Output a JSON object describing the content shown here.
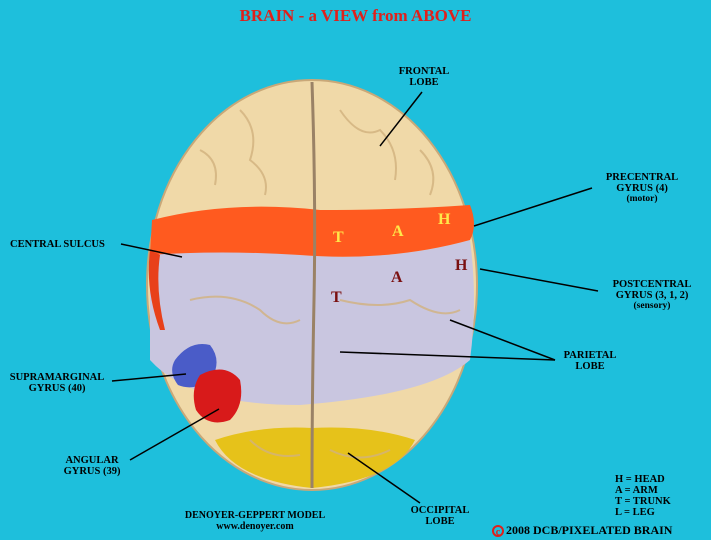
{
  "title": "BRAIN - a VIEW from ABOVE",
  "labels": {
    "frontal_lobe": [
      "FRONTAL",
      "LOBE"
    ],
    "precentral_gyrus": [
      "PRECENTRAL",
      "GYRUS (4)",
      "(motor)"
    ],
    "central_sulcus": "CENTRAL SULCUS",
    "postcentral_gyrus": [
      "POSTCENTRAL",
      "GYRUS (3, 1, 2)",
      "(sensory)"
    ],
    "parietal_lobe": [
      "PARIETAL",
      "LOBE"
    ],
    "supramarginal_gyrus": [
      "SUPRAMARGINAL",
      "GYRUS (40)"
    ],
    "angular_gyrus": [
      "ANGULAR",
      "GYRUS (39)"
    ],
    "occipital_lobe": [
      "OCCIPITAL",
      "LOBE"
    ]
  },
  "body_letters": {
    "motor": {
      "h": "H",
      "a": "A",
      "t": "T"
    },
    "sensory": {
      "h": "H",
      "a": "A",
      "t": "T"
    }
  },
  "legend": [
    "H = HEAD",
    "A = ARM",
    "T = TRUNK",
    "L = LEG"
  ],
  "credit": [
    "DENOYER-GEPPERT MODEL",
    "www.denoyer.com"
  ],
  "copyright": "2008  DCB/PIXELATED BRAIN",
  "colors": {
    "background": "#1ebfdc",
    "title": "#e0201b",
    "frontal": "#f0d9a8",
    "precentral": "#ff5a1f",
    "postcentral": "#c9c6e0",
    "parietal": "#c9c6e0",
    "supramarginal": "#4a5cc8",
    "angular": "#d81a1a",
    "occipital": "#e6c21a"
  }
}
